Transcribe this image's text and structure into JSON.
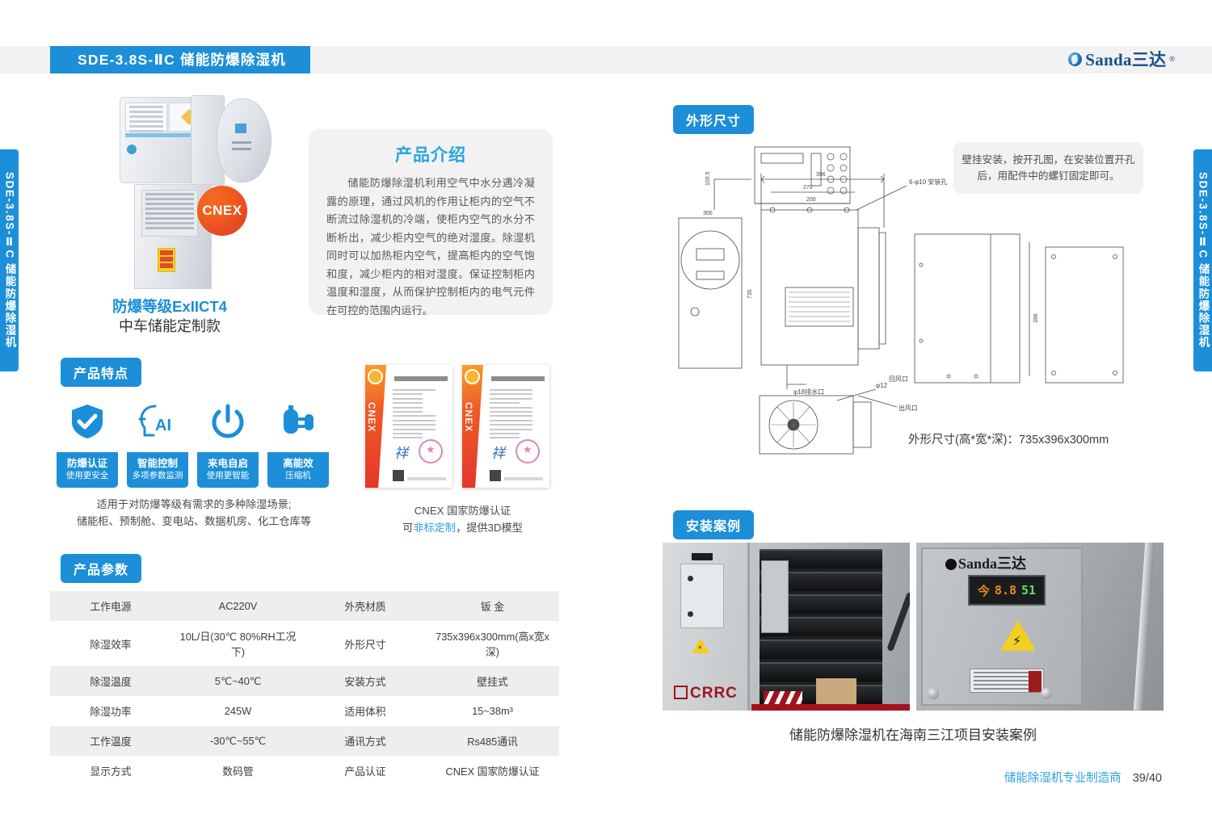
{
  "header": {
    "title": "SDE-3.8S-ⅡC 储能防爆除湿机",
    "logo_text": "Sanda三达",
    "logo_reg": "®"
  },
  "side_tab": {
    "label": "SDE-3.8S-ⅡC 储能防爆除湿机"
  },
  "product": {
    "caption_grade": "防爆等级ExIICT4",
    "caption_model": "中车储能定制款",
    "badge": "CNEX"
  },
  "intro": {
    "title": "产品介绍",
    "body": "储能防爆除湿机利用空气中水分遇冷凝露的原理，通过风机的作用让柜内的空气不断流过除湿机的冷端，使柜内空气的水分不断析出，减少柜内空气的绝对湿度。除湿机同时可以加热柜内空气，提高柜内的空气饱和度，减少柜内的相对湿度。保证控制柜内温度和湿度，从而保护控制柜内的电气元件在可控的范围内运行。"
  },
  "features": {
    "pill": "产品特点",
    "items": [
      {
        "icon": "shield-check-icon",
        "line1": "防爆认证",
        "line2": "使用更安全"
      },
      {
        "icon": "ai-head-icon",
        "line1": "智能控制",
        "line2": "多项参数监测"
      },
      {
        "icon": "power-icon",
        "line1": "来电自启",
        "line2": "使用更智能"
      },
      {
        "icon": "compressor-icon",
        "line1": "高能效",
        "line2": "压缩机"
      }
    ],
    "note_left_line1": "适用于对防爆等级有需求的多种除湿场景;",
    "note_left_line2": "储能柜、预制舱、变电站、数据机房、化工仓库等",
    "note_right_line1": "CNEX 国家防爆认证",
    "note_right_pre": "可",
    "note_right_accent": "非标定制",
    "note_right_post": "，提供3D模型",
    "cert_label": "CNEX"
  },
  "params": {
    "pill": "产品参数",
    "rows": [
      {
        "k1": "工作电源",
        "v1": "AC220V",
        "k2": "外壳材质",
        "v2": "钣 金"
      },
      {
        "k1": "除湿效率",
        "v1": "10L/日(30℃ 80%RH工况下)",
        "k2": "外形尺寸",
        "v2": "735x396x300mm(高x宽x深)"
      },
      {
        "k1": "除湿温度",
        "v1": "5℃~40℃",
        "k2": "安装方式",
        "v2": "壁挂式"
      },
      {
        "k1": "除湿功率",
        "v1": "245W",
        "k2": "适用体积",
        "v2": "15~38m³"
      },
      {
        "k1": "工作温度",
        "v1": "-30℃~55℃",
        "k2": "通讯方式",
        "v2": "Rs485通讯"
      },
      {
        "k1": "显示方式",
        "v1": "数码管",
        "k2": "产品认证",
        "v2": "CNEX 国家防爆认证"
      }
    ]
  },
  "dimensions": {
    "pill": "外形尺寸",
    "note": "壁挂安装，按开孔图，在安装位置开孔后，用配件中的螺钉固定即可。",
    "caption": "外形尺寸(高*宽*深)：735x396x300mm",
    "labels": {
      "w396": "396",
      "w270": "270",
      "w200": "200",
      "hole": "6-φ10 安装孔",
      "w300": "300",
      "h735": "735",
      "h396": "396",
      "h1001": "100.5",
      "return_air": "回风口",
      "drain": "φ18排水口",
      "outlet": "出风口",
      "phi12": "φ12"
    }
  },
  "install": {
    "pill": "安装案例",
    "caption": "储能防爆除湿机在海南三江项目安装案例",
    "photo1_brand": "CRRC",
    "photo2_brand": "Sanda三达",
    "photo2_display_left": "今",
    "photo2_display_mid": "8.8",
    "photo2_display_right": "51"
  },
  "footer": {
    "brandline": "储能除湿机专业制造商",
    "page": "39/40"
  },
  "colors": {
    "brand_blue": "#1c8fd8",
    "accent_cyan": "#2aa3e0",
    "cnex_orange": "#ef5c1c",
    "crrc_red": "#a3131c"
  }
}
